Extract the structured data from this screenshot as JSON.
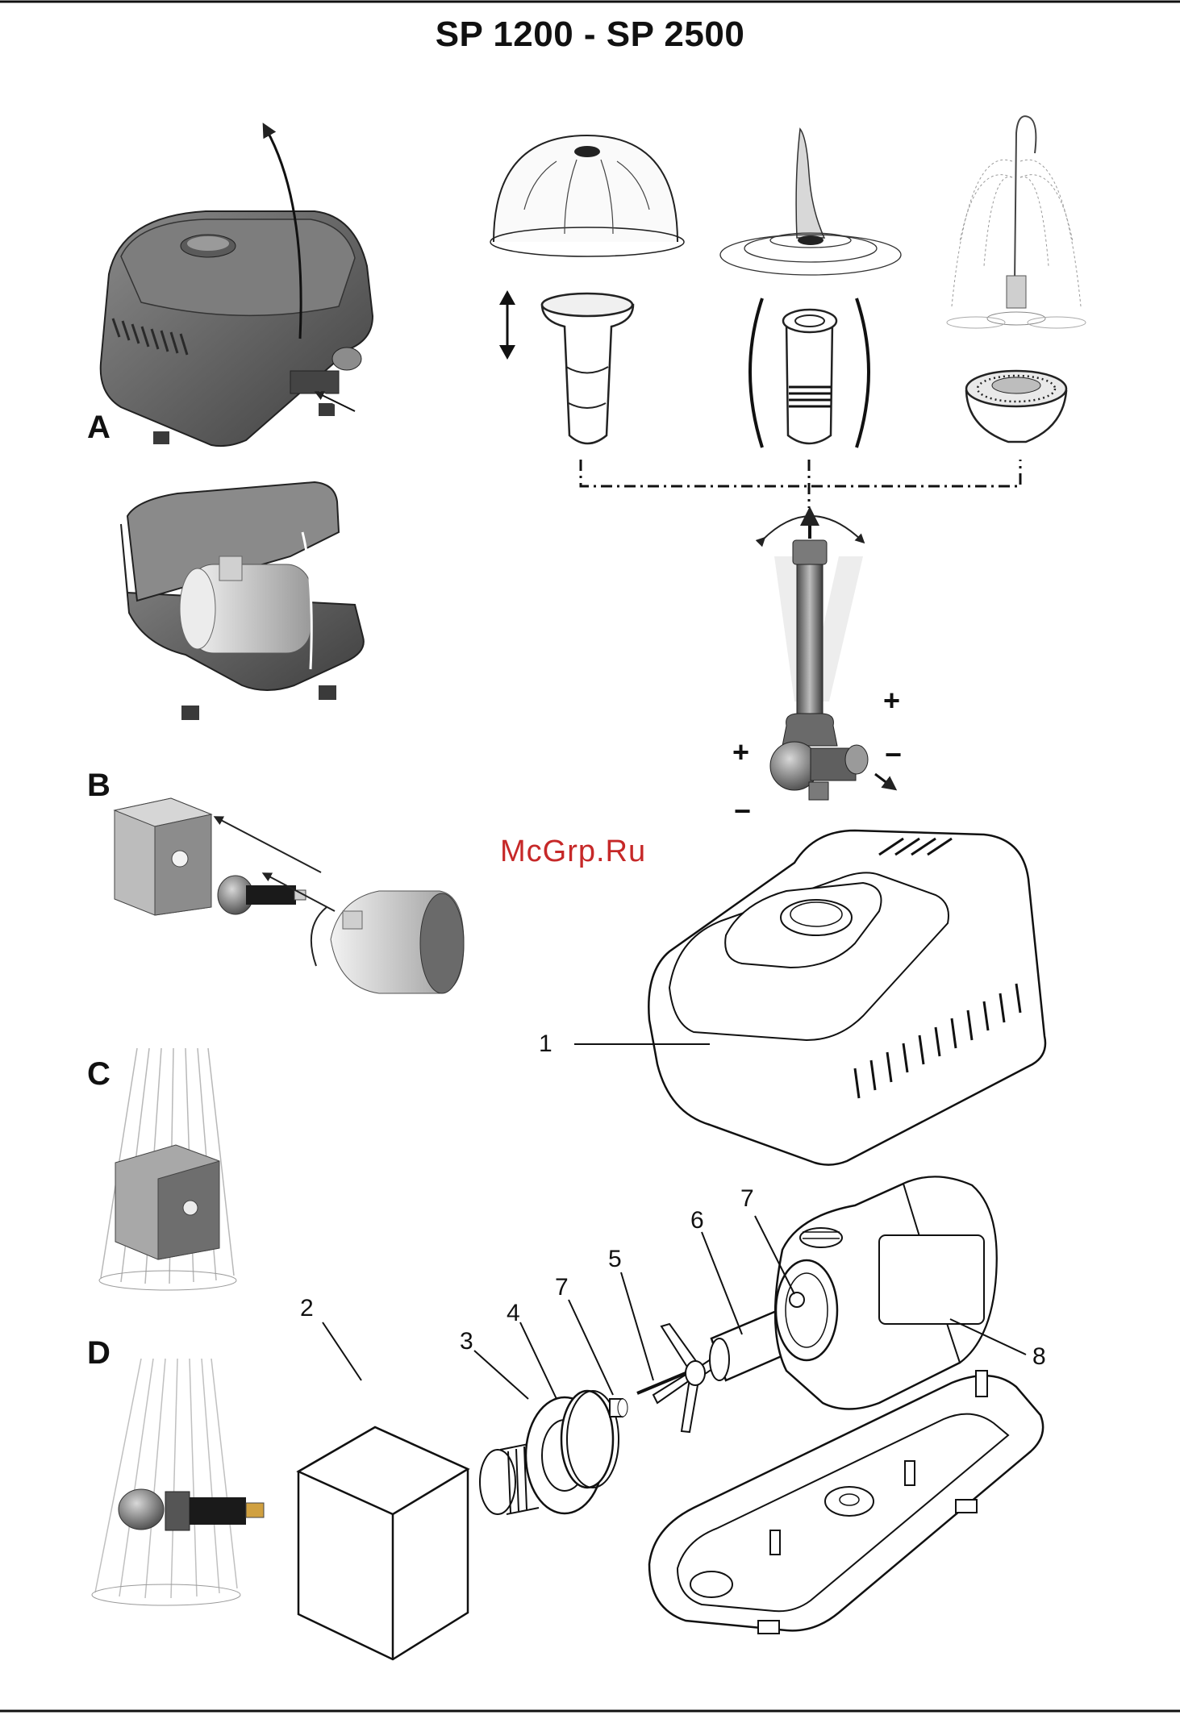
{
  "title": "SP 1200 - SP 2500",
  "sections": {
    "a": "A",
    "b": "B",
    "c": "C",
    "d": "D"
  },
  "watermark": {
    "text": "McGrp.Ru",
    "color": "#c62828"
  },
  "adjust_marks": {
    "plus": "+",
    "minus": "−"
  },
  "callouts": {
    "c1": "1",
    "c2": "2",
    "c3": "3",
    "c4": "4",
    "c5": "5",
    "c6": "6",
    "c7a": "7",
    "c7b": "7",
    "c8": "8"
  }
}
